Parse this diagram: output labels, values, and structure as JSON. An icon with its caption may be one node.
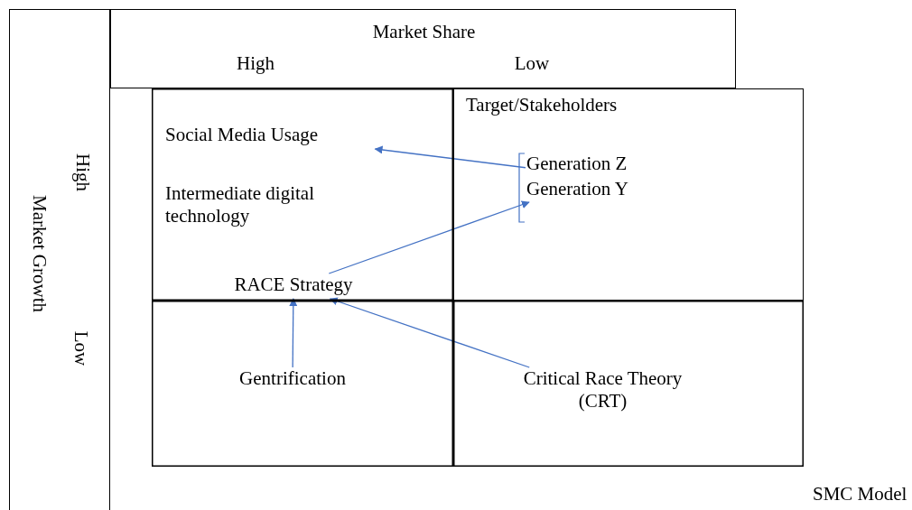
{
  "diagram": {
    "nodes": [
      {
        "text": [
          "Market Share",
          "High",
          "Low"
        ]
      },
      {
        "text": [
          "High",
          "Market Growth",
          "Low"
        ]
      },
      {
        "text": [],
        "shape": "box"
      },
      {
        "text": [
          "Social Media Usage"
        ],
        "in": 2
      },
      {
        "text": [
          "Intermediate digital technology"
        ],
        "in": 2
      },
      {
        "text": [
          "RACE Strategy"
        ],
        "in": 2
      },
      {
        "text": [
          "Target/Stakeholders"
        ]
      },
      {
        "text": [
          "Generation Z",
          "Generation Y"
        ],
        "in": 6
      },
      {
        "text": [],
        "shape": "box"
      },
      {
        "text": [
          "Gentrification"
        ],
        "in": 8
      },
      {
        "text": [],
        "shape": "box"
      },
      {
        "text": [
          "Critical Race Theory (CRT)"
        ],
        "in": 10
      }
    ],
    "edges": [
      {
        "from": 7,
        "to": 3,
        "arrow": "to",
        "color": "#4472c4"
      },
      {
        "from": 5,
        "to": 7,
        "arrow": "to",
        "color": "#4472c4"
      },
      {
        "from": 9,
        "to": 5,
        "arrow": "to",
        "color": "#4472c4"
      },
      {
        "from": 11,
        "to": 5,
        "arrow": "to",
        "color": "#4472c4"
      }
    ],
    "labels": [
      "SMC Model"
    ]
  }
}
